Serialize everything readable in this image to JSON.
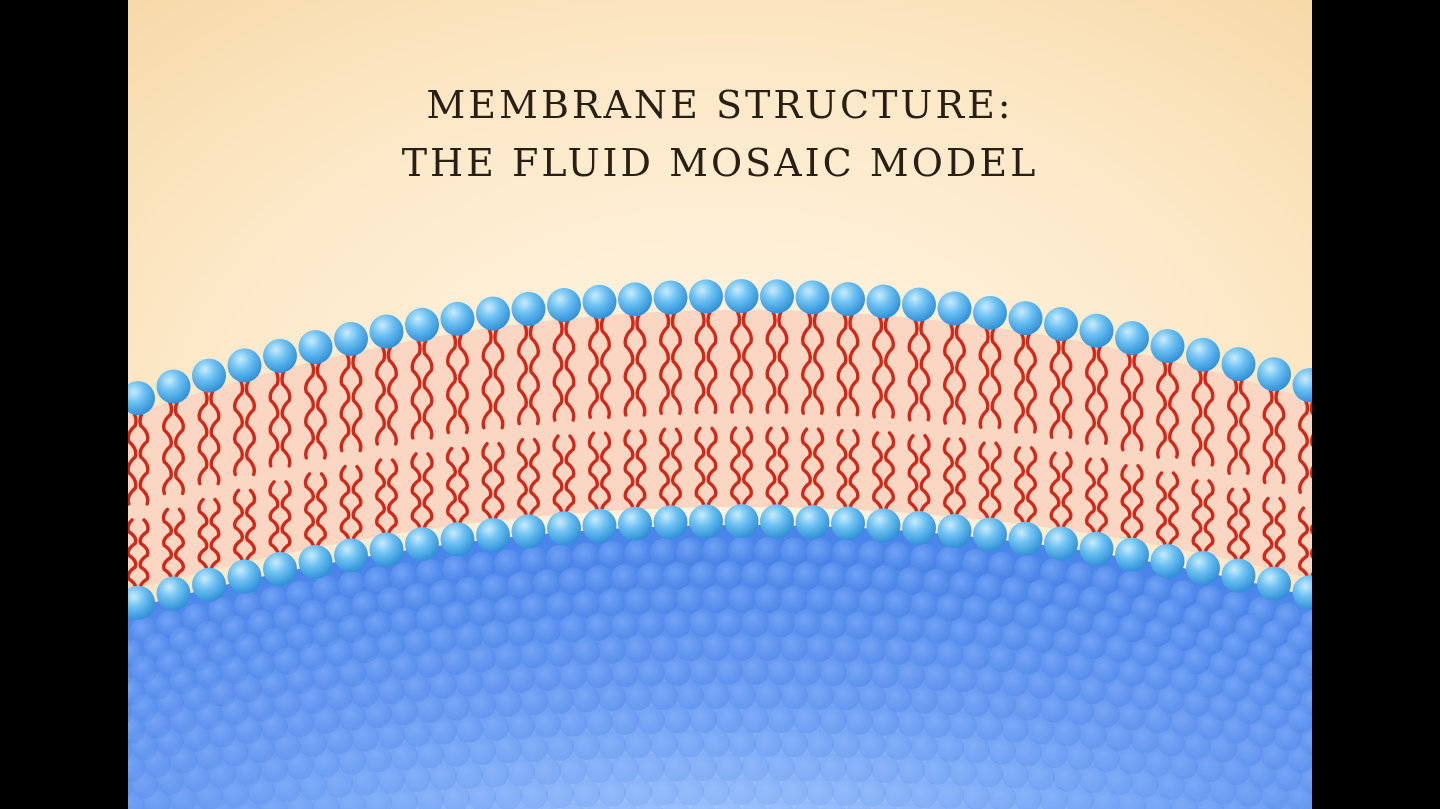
{
  "title": {
    "line1": "MEMBRANE STRUCTURE:",
    "line2": "THE FLUID MOSAIC MODEL"
  },
  "colors": {
    "frame": "#000000",
    "background_top": "#fbe3b8",
    "background_center": "#fff3dc",
    "head_fill": "#5fb6ee",
    "head_highlight": "#bfe6ff",
    "tail": "#d2281a",
    "bilayer_interior": "#fbd9c4",
    "interior_blue_dark": "#3d7ce8",
    "interior_blue_light": "#9cc3ff"
  },
  "icons": {
    "phospholipid_head": "circle",
    "fatty_acid_tail": "wavy-line"
  }
}
